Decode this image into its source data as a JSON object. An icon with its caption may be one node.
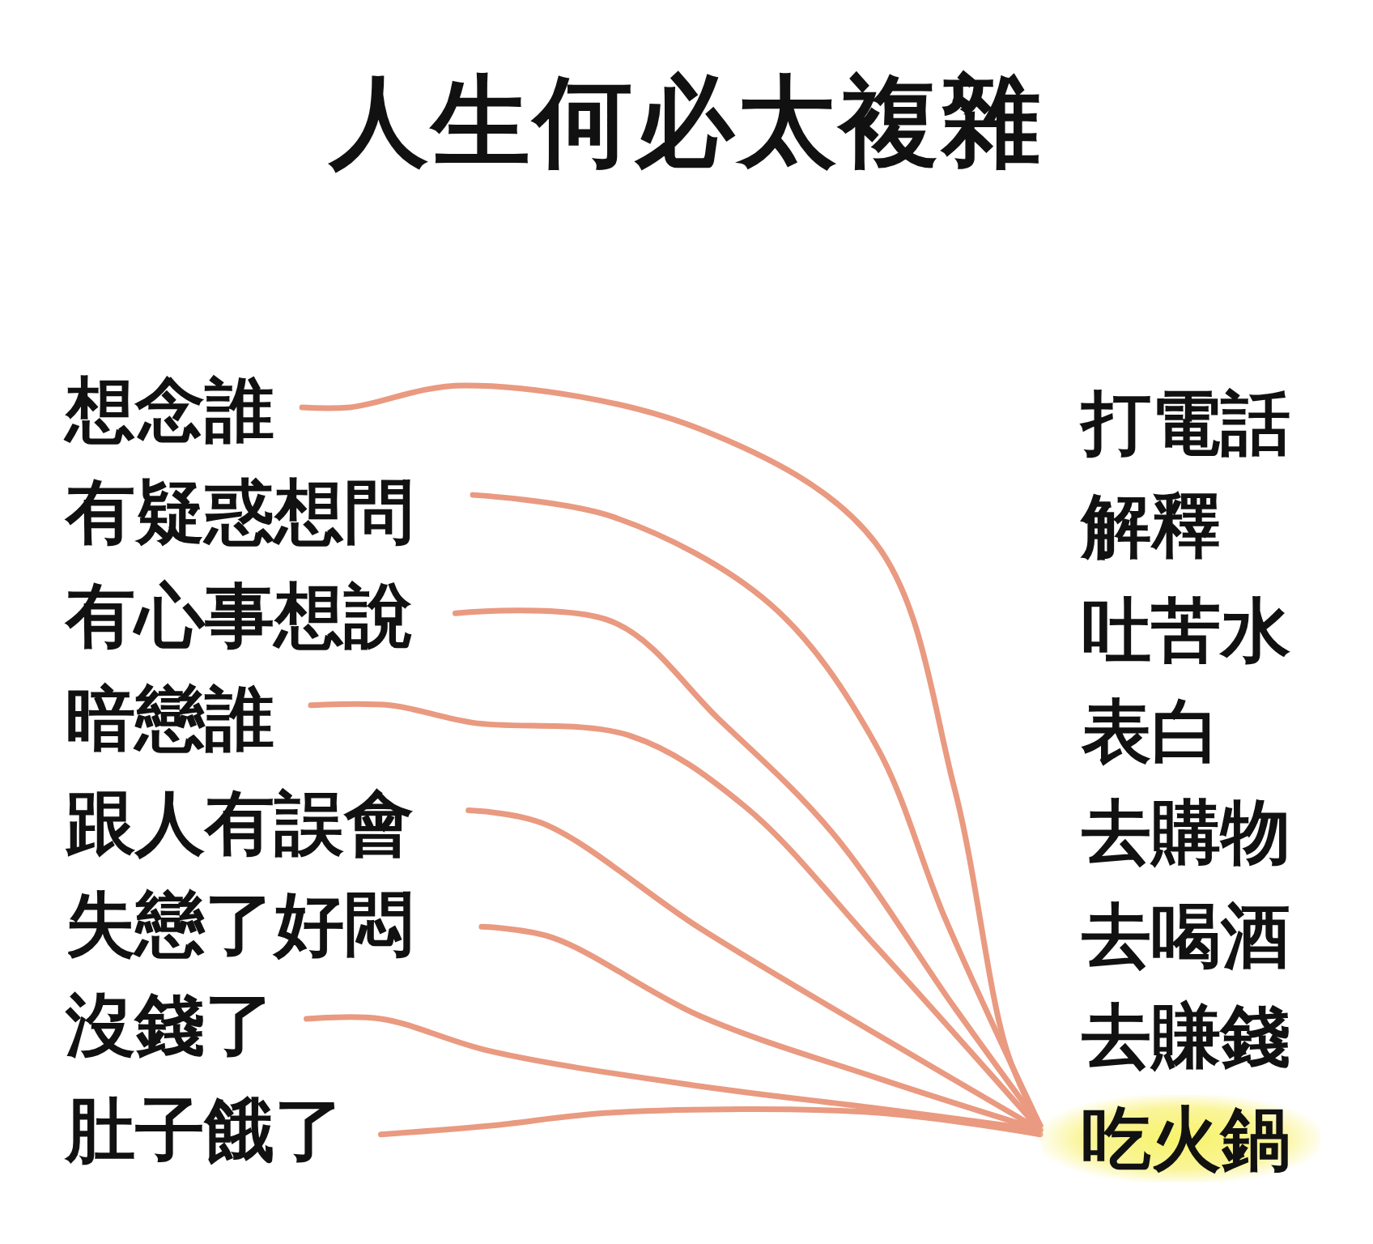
{
  "diagram": {
    "title": "人生何必太複雜",
    "nodes": [
      {
        "text": [
          "想念誰"
        ]
      },
      {
        "text": [
          "有疑惑想問"
        ]
      },
      {
        "text": [
          "有心事想說"
        ]
      },
      {
        "text": [
          "暗戀誰"
        ]
      },
      {
        "text": [
          "跟人有誤會"
        ]
      },
      {
        "text": [
          "失戀了好悶"
        ]
      },
      {
        "text": [
          "沒錢了"
        ]
      },
      {
        "text": [
          "肚子餓了"
        ]
      },
      {
        "text": [
          "打電話"
        ]
      },
      {
        "text": [
          "解釋"
        ]
      },
      {
        "text": [
          "吐苦水"
        ]
      },
      {
        "text": [
          "表白"
        ]
      },
      {
        "text": [
          "去購物"
        ]
      },
      {
        "text": [
          "去喝酒"
        ]
      },
      {
        "text": [
          "去賺錢"
        ]
      },
      {
        "text": [
          "吃火鍋"
        ]
      }
    ],
    "edges": [
      {
        "from": 0,
        "to": 15,
        "arrow": "none"
      },
      {
        "from": 1,
        "to": 15,
        "arrow": "none"
      },
      {
        "from": 2,
        "to": 15,
        "arrow": "none"
      },
      {
        "from": 3,
        "to": 15,
        "arrow": "none"
      },
      {
        "from": 4,
        "to": 15,
        "arrow": "none"
      },
      {
        "from": 5,
        "to": 15,
        "arrow": "none"
      },
      {
        "from": 6,
        "to": 15,
        "arrow": "none"
      },
      {
        "from": 7,
        "to": 15,
        "arrow": "none"
      }
    ]
  }
}
